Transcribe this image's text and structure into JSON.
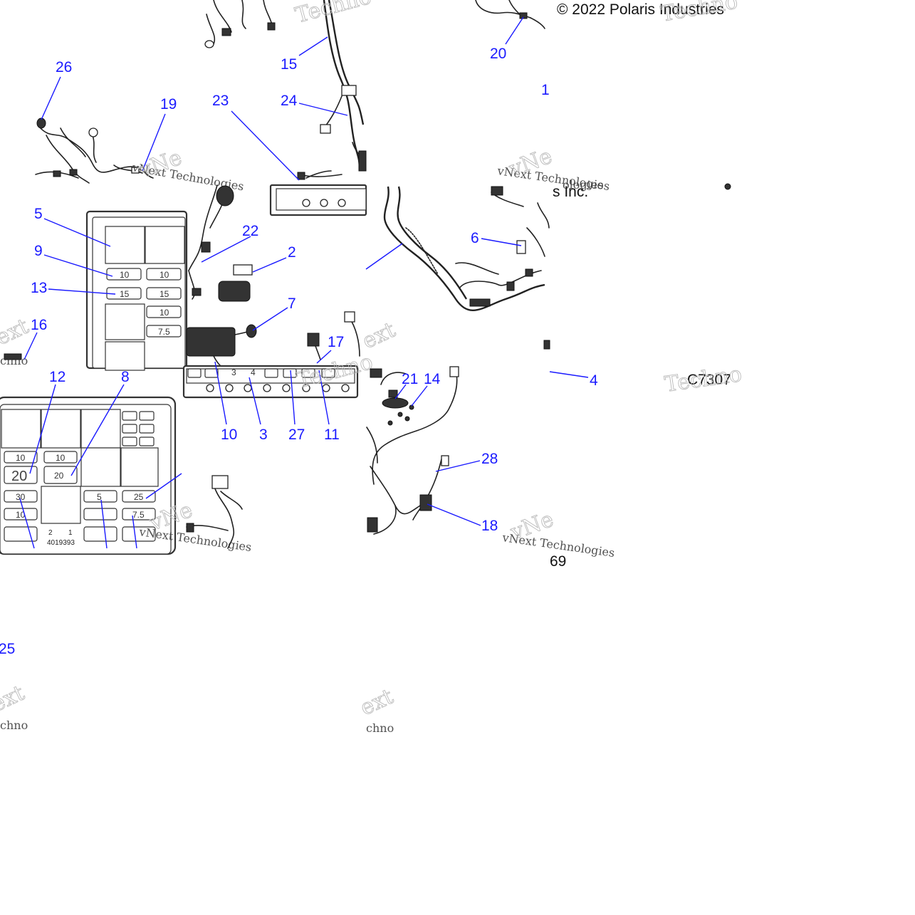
{
  "copyright": "© 2022 Polaris Industries",
  "copyright_tail": "s Inc.",
  "figure_code": "C7307",
  "figure_code_tail": "69",
  "watermark_small": "vNext Technologies",
  "watermark_big_a": "Techno",
  "watermark_big_b": "vNe",
  "watermark_big_c": "ext",
  "watermark_chno": "chno",
  "watermark_ologies": "ologies",
  "callouts": {
    "c26": "26",
    "c19": "19",
    "c15": "15",
    "c23": "23",
    "c24": "24",
    "c20": "20",
    "c1_partial": "1",
    "c5": "5",
    "c9": "9",
    "c13": "13",
    "c16": "16",
    "c22": "22",
    "c2": "2",
    "c7": "7",
    "c6": "6",
    "c17": "17",
    "c12": "12",
    "c8": "8",
    "c21": "21",
    "c14": "14",
    "c4": "4",
    "c10": "10",
    "c3": "3",
    "c27": "27",
    "c11": "11",
    "c28": "28",
    "c18": "18",
    "c25": "25"
  },
  "fuse_box_upper": {
    "fuses": [
      "10",
      "10",
      "15",
      "15",
      "10",
      "7.5"
    ]
  },
  "fuse_box_lower": {
    "fuses_row1": [
      "10",
      "10"
    ],
    "fuses_row2": [
      "20",
      "20"
    ],
    "fuses_row3": [
      "30",
      "5",
      "25"
    ],
    "fuses_row4": [
      "10",
      "7.5"
    ],
    "relay_pins": [
      "2",
      "1"
    ],
    "part_number": "4019393"
  },
  "connector_strip": {
    "labels": [
      "3",
      "4"
    ]
  }
}
